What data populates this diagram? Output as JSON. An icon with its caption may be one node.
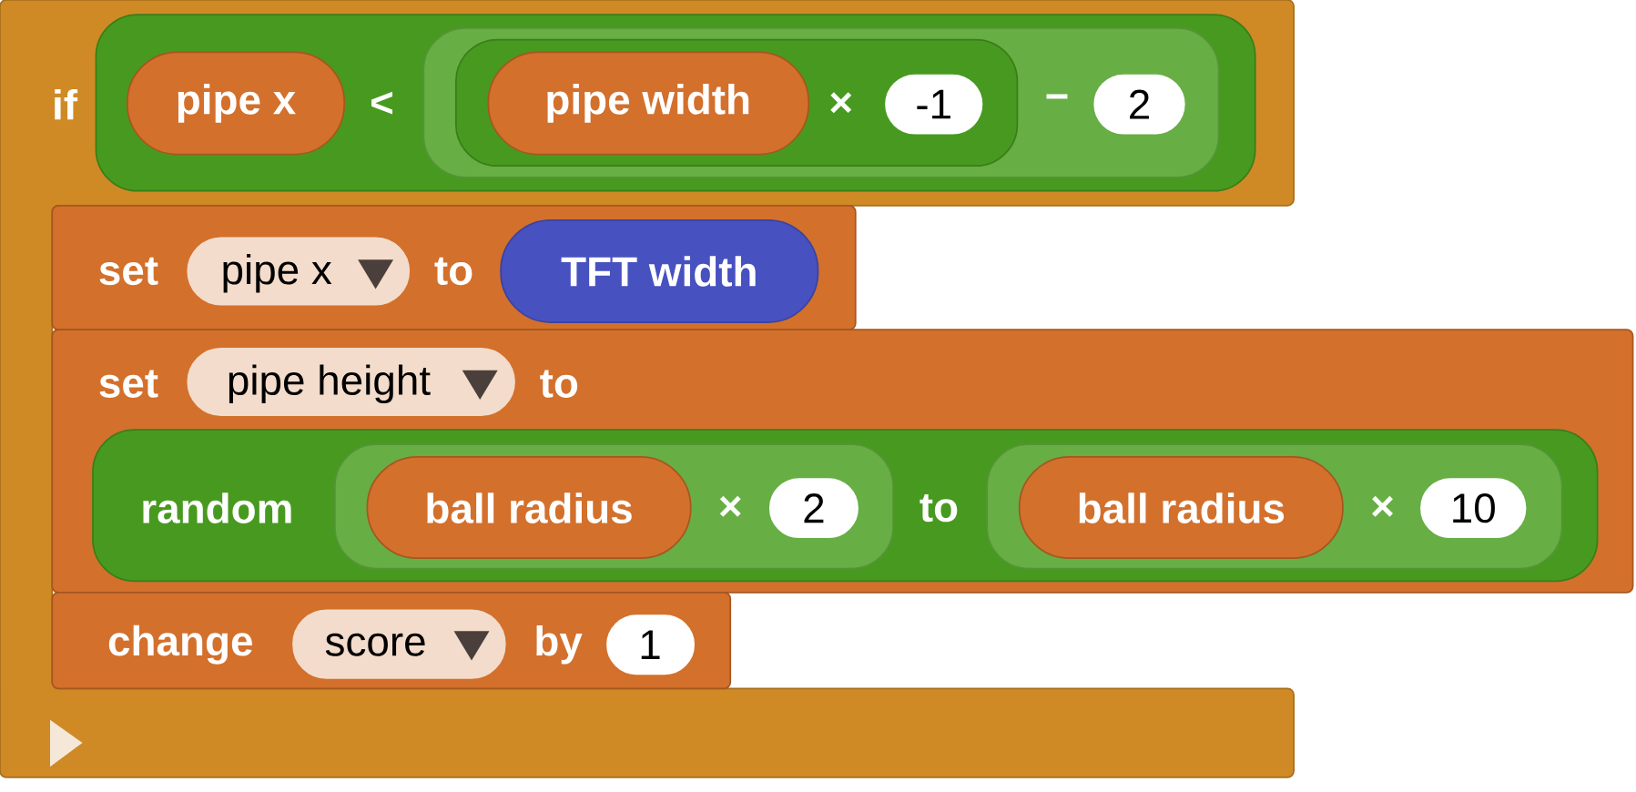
{
  "diagram": {
    "nodes": [
      {
        "text": [
          "if"
        ]
      },
      {
        "text": [
          "<"
        ],
        "in": 0
      },
      {
        "text": [
          "pipe x"
        ],
        "in": 1
      },
      {
        "text": [
          "−"
        ],
        "in": 1
      },
      {
        "text": [
          "×"
        ],
        "in": 3
      },
      {
        "text": [
          "pipe width"
        ],
        "in": 4
      },
      {
        "text": [
          "-1"
        ],
        "in": 4
      },
      {
        "text": [
          "2"
        ],
        "in": 3
      },
      {
        "text": [
          "set",
          "to"
        ],
        "in": 0
      },
      {
        "text": [
          "pipe x"
        ],
        "in": 8
      },
      {
        "text": [
          "TFT width"
        ],
        "in": 8
      },
      {
        "text": [
          "set",
          "to"
        ]
      },
      {
        "text": [
          "pipe height"
        ],
        "in": 11
      },
      {
        "text": [
          "random",
          "to"
        ],
        "in": 11
      },
      {
        "text": [
          "×"
        ],
        "in": 13
      },
      {
        "text": [
          "ball radius"
        ],
        "in": 14
      },
      {
        "text": [
          "2"
        ],
        "in": 14
      },
      {
        "text": [
          "×"
        ],
        "in": 13
      },
      {
        "text": [
          "ball radius"
        ],
        "in": 17
      },
      {
        "text": [
          "10"
        ],
        "in": 17
      },
      {
        "text": [
          "change",
          "by"
        ],
        "in": 0
      },
      {
        "text": [
          "score"
        ],
        "in": 20
      },
      {
        "text": [
          "1"
        ],
        "in": 20
      }
    ]
  }
}
